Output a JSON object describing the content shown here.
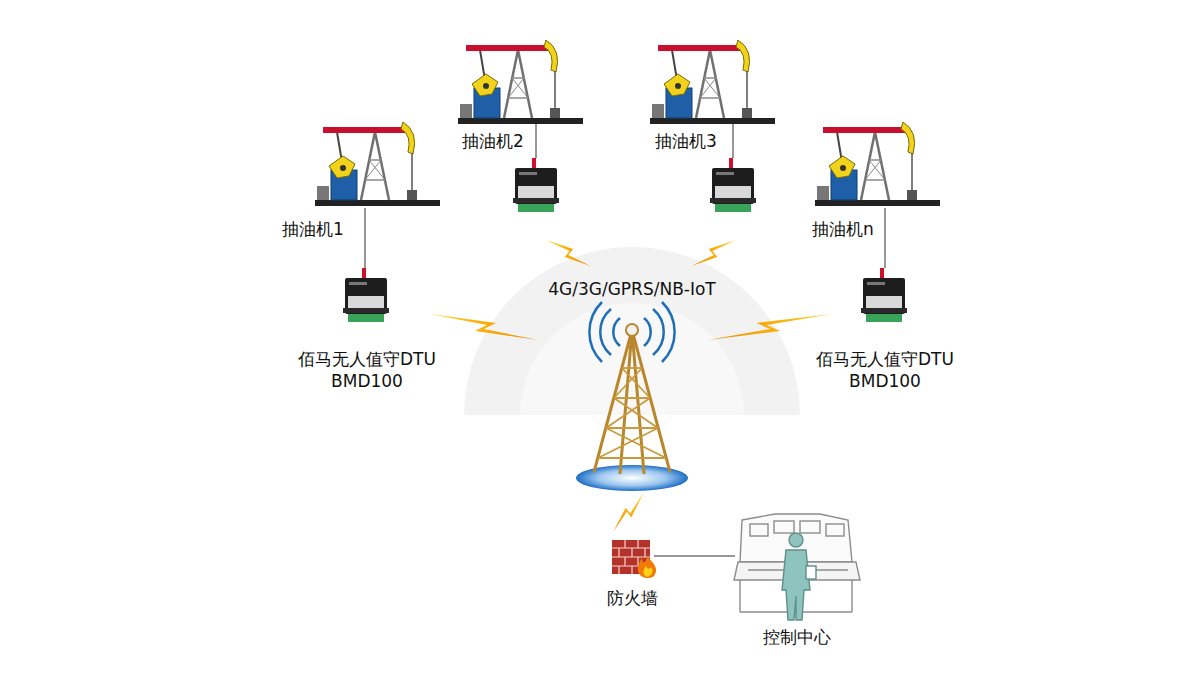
{
  "diagram": {
    "nodes": [
      {
        "text": [
          "抽油机2"
        ]
      },
      {
        "text": [
          "抽油机3"
        ]
      },
      {
        "text": [
          "抽油机1"
        ]
      },
      {
        "text": [
          "抽油机n"
        ]
      },
      {
        "text": [
          "4G/3G/GPRS/NB-IoT"
        ]
      },
      {
        "text": [
          "佰马无人值守DTU BMD100"
        ]
      },
      {
        "text": [
          "佰马无人值守DTU BMD100"
        ]
      },
      {
        "text": [
          "防火墙"
        ]
      },
      {
        "text": [
          "控制中心"
        ]
      }
    ],
    "edges": [
      {
        "from": 2,
        "to": 5,
        "arrow": "none"
      },
      {
        "from": 3,
        "to": 6,
        "arrow": "none"
      },
      {
        "from": 7,
        "to": 8,
        "arrow": "none"
      }
    ]
  }
}
